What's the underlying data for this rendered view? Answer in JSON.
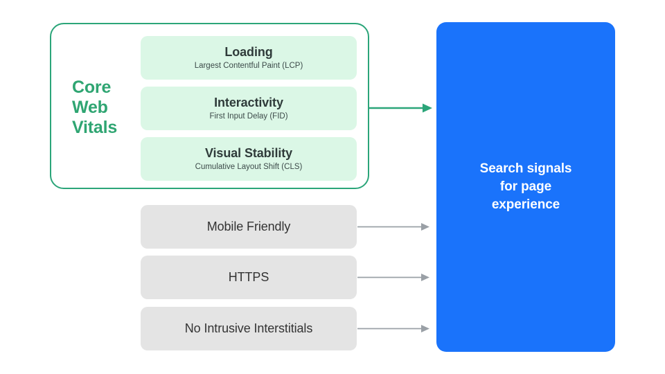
{
  "diagram": {
    "title": "Search signals for page experience",
    "colors": {
      "green_accent": "#2FA572",
      "green_card_fill": "#DBF7E6",
      "gray_card_fill": "#E4E4E4",
      "blue_panel": "#1A73FB",
      "arrow_green": "#2BA579",
      "arrow_gray": "#9AA0A6",
      "text_dark": "#2F3B3A",
      "text_white": "#FFFFFF",
      "background": "#FFFFFF"
    }
  },
  "core_web_vitals": {
    "group_label": "Core\nWeb\nVitals",
    "metrics": [
      {
        "title": "Loading",
        "subtitle": "Largest Contentful Paint (LCP)"
      },
      {
        "title": "Interactivity",
        "subtitle": "First Input Delay (FID)"
      },
      {
        "title": "Visual Stability",
        "subtitle": "Cumulative Layout Shift (CLS)"
      }
    ]
  },
  "other_signals": [
    {
      "label": "Mobile Friendly"
    },
    {
      "label": "HTTPS"
    },
    {
      "label": "No Intrusive Interstitials"
    }
  ],
  "output_panel": {
    "label": "Search signals\nfor page\nexperience"
  },
  "arrows": [
    {
      "name": "core-web-vitals-arrow",
      "color": "#2BA579"
    },
    {
      "name": "mobile-friendly-arrow",
      "color": "#9AA0A6"
    },
    {
      "name": "https-arrow",
      "color": "#9AA0A6"
    },
    {
      "name": "no-intrusive-interstitials-arrow",
      "color": "#9AA0A6"
    }
  ]
}
